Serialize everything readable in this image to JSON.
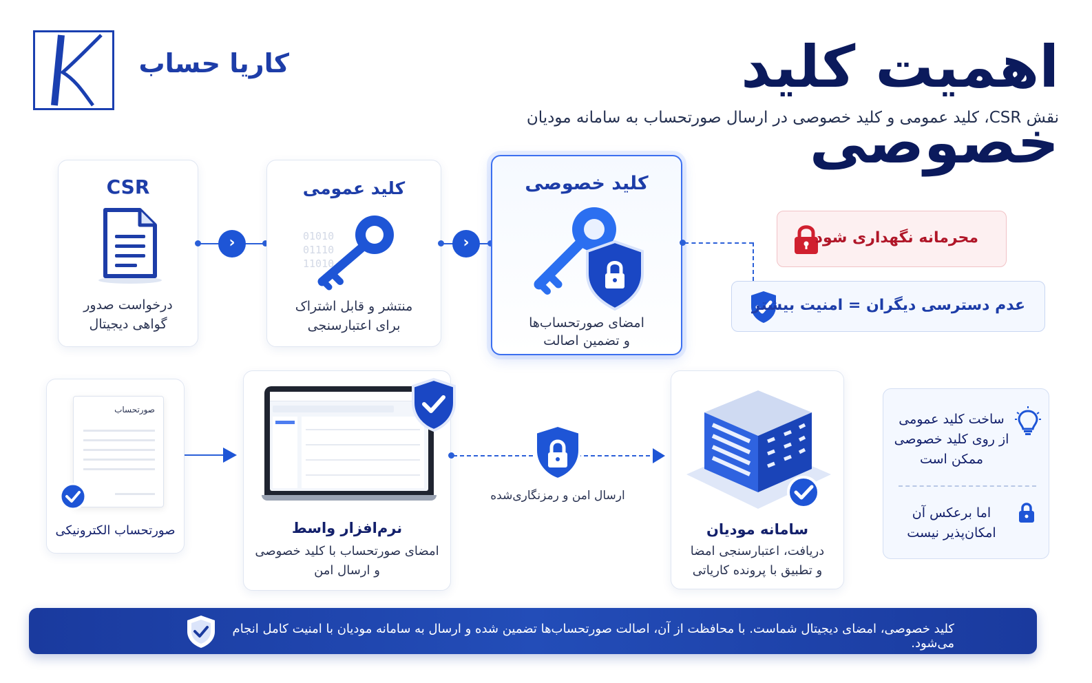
{
  "brand": {
    "name": "کاریا حساب",
    "logo_letter": "K"
  },
  "title": "اهمیت کلید خصوصی",
  "subtitle": "نقش CSR، کلید عمومی و کلید خصوصی در ارسال صورتحساب به سامانه مودیان",
  "cards": {
    "csr": {
      "title": "CSR",
      "text_1": "درخواست صدور",
      "text_2": "گواهی دیجیتال"
    },
    "public_key": {
      "title": "کلید عمومی",
      "text_1": "منتشر و قابل اشتراک",
      "text_2": "برای اعتبارسنجی",
      "binary": "01010\n01110\n11010"
    },
    "private_key": {
      "title": "کلید خصوصی",
      "text_1": "امضای صورتحساب‌ها",
      "text_2": "و تضمین اصالت"
    },
    "invoice": {
      "doc_label": "صورتحساب",
      "text": "صورتحساب الکترونیکی"
    },
    "middleware": {
      "title": "نرم‌افزار واسط",
      "text_1": "امضای صورتحساب با کلید خصوصی",
      "text_2": "و ارسال امن"
    },
    "tax_system": {
      "title": "سامانه مودیان",
      "text_1": "دریافت، اعتبارسنجی امضا",
      "text_2": "و تطبیق با پرونده کاریاتی"
    }
  },
  "secure_send": "ارسال امن و رمزنگاری‌شده",
  "notes": {
    "confidential": "محرمانه نگهداری شود",
    "no_access": "عدم دسترسی دیگران = امنیت بیشتر"
  },
  "tips": {
    "tip_1": [
      "ساخت کلید عمومی",
      "از روی کلید خصوصی",
      "ممکن است"
    ],
    "tip_2": [
      "اما برعکس آن",
      "امکان‌پذیر نیست"
    ]
  },
  "footer": "کلید خصوصی، امضای دیجیتال شماست. با محافظت از آن، اصالت صورتحساب‌ها تضمین شده و ارسال به سامانه مودیان با امنیت کامل انجام می‌شود.",
  "colors": {
    "primary": "#1d3da8",
    "dark": "#0b1a5c",
    "red": "#b01628",
    "accent": "#2a5fd8"
  }
}
